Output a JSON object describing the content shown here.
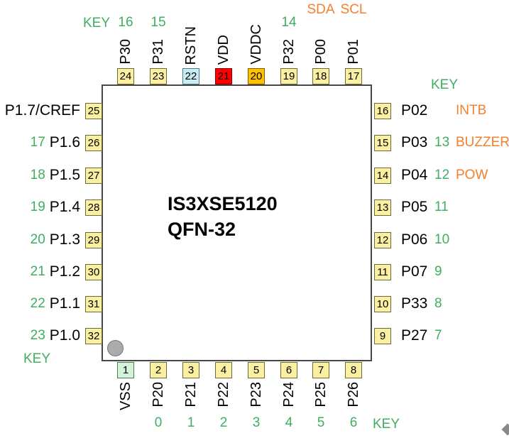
{
  "title": {
    "line1": "IS3XSE5120",
    "line2": "QFN-32"
  },
  "colors": {
    "green_text": "#3fae60",
    "orange_text": "#f4802f",
    "pad_yellow": "#fbf0a1",
    "pad_blue": "#c9ecf5",
    "pad_red": "#ff0000",
    "pad_orange": "#ffc000",
    "pad_green": "#d5f2db"
  },
  "top": {
    "key": "KEY",
    "pins": [
      {
        "pad": "24",
        "name": "P30",
        "alt": "16",
        "padColor": "yellow"
      },
      {
        "pad": "23",
        "name": "P31",
        "alt": "15",
        "padColor": "yellow"
      },
      {
        "pad": "22",
        "name": "RSTN",
        "padColor": "blue"
      },
      {
        "pad": "21",
        "name": "VDD",
        "padColor": "red"
      },
      {
        "pad": "20",
        "name": "VDDC",
        "padColor": "orange"
      },
      {
        "pad": "19",
        "name": "P32",
        "alt": "14",
        "padColor": "yellow"
      },
      {
        "pad": "18",
        "name": "P00",
        "func": "SDA",
        "padColor": "yellow"
      },
      {
        "pad": "17",
        "name": "P01",
        "func": "SCL",
        "padColor": "yellow"
      }
    ]
  },
  "left": {
    "key": "KEY",
    "pins": [
      {
        "pad": "25",
        "name": "P1.7/CREF",
        "padColor": "yellow"
      },
      {
        "pad": "26",
        "name": "P1.6",
        "alt": "17",
        "padColor": "yellow"
      },
      {
        "pad": "27",
        "name": "P1.5",
        "alt": "18",
        "padColor": "yellow"
      },
      {
        "pad": "28",
        "name": "P1.4",
        "alt": "19",
        "padColor": "yellow"
      },
      {
        "pad": "29",
        "name": "P1.3",
        "alt": "20",
        "padColor": "yellow"
      },
      {
        "pad": "30",
        "name": "P1.2",
        "alt": "21",
        "padColor": "yellow"
      },
      {
        "pad": "31",
        "name": "P1.1",
        "alt": "22",
        "padColor": "yellow"
      },
      {
        "pad": "32",
        "name": "P1.0",
        "alt": "23",
        "padColor": "yellow"
      }
    ]
  },
  "right": {
    "key": "KEY",
    "pins": [
      {
        "pad": "16",
        "name": "P02",
        "func": "INTB",
        "padColor": "yellow"
      },
      {
        "pad": "15",
        "name": "P03",
        "alt": "13",
        "func": "BUZZER",
        "padColor": "yellow"
      },
      {
        "pad": "14",
        "name": "P04",
        "alt": "12",
        "func": "POW",
        "padColor": "yellow"
      },
      {
        "pad": "13",
        "name": "P05",
        "alt": "11",
        "padColor": "yellow"
      },
      {
        "pad": "12",
        "name": "P06",
        "alt": "10",
        "padColor": "yellow"
      },
      {
        "pad": "11",
        "name": "P07",
        "alt": "9",
        "padColor": "yellow"
      },
      {
        "pad": "10",
        "name": "P33",
        "alt": "8",
        "padColor": "yellow"
      },
      {
        "pad": "9",
        "name": "P27",
        "alt": "7",
        "padColor": "yellow"
      }
    ]
  },
  "bottom": {
    "key": "KEY",
    "pins": [
      {
        "pad": "1",
        "name": "VSS",
        "padColor": "green"
      },
      {
        "pad": "2",
        "name": "P20",
        "alt": "0",
        "padColor": "yellow"
      },
      {
        "pad": "3",
        "name": "P21",
        "alt": "1",
        "padColor": "yellow"
      },
      {
        "pad": "4",
        "name": "P22",
        "alt": "2",
        "padColor": "yellow"
      },
      {
        "pad": "5",
        "name": "P23",
        "alt": "3",
        "padColor": "yellow"
      },
      {
        "pad": "6",
        "name": "P24",
        "alt": "4",
        "padColor": "yellow"
      },
      {
        "pad": "7",
        "name": "P25",
        "alt": "5",
        "padColor": "yellow"
      },
      {
        "pad": "8",
        "name": "P26",
        "alt": "6",
        "padColor": "yellow"
      }
    ]
  }
}
